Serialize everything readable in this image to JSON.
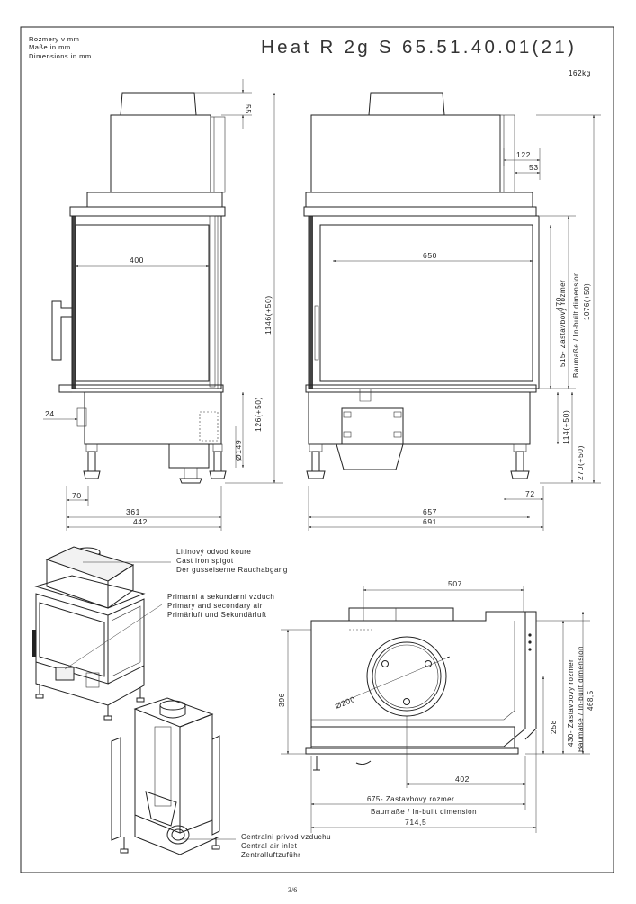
{
  "header": {
    "units_cz": "Rozmery v mm",
    "units_de": "Maße in mm",
    "units_en": "Dimensions in mm",
    "model": "Heat R 2g S 65.51.40.01(21)",
    "weight": "162kg"
  },
  "front_view": {
    "dims": {
      "d55": "55",
      "d400": "400",
      "d1146": "1146(+50)",
      "d24": "24",
      "d126": "126(+50)",
      "d149": "Ø149",
      "d70": "70",
      "d361": "361",
      "d442": "442"
    }
  },
  "side_view": {
    "dims": {
      "d122": "122",
      "d53": "53",
      "d650": "650",
      "d470": "470",
      "d515": "515- Zastavbovy rozmer",
      "d515b": "Baumaße / In-built dimension",
      "d1076": "1076(+50)",
      "d114": "114(+50)",
      "d270": "270(+50)",
      "d72": "72",
      "d657": "657",
      "d691": "691"
    }
  },
  "iso_labels": {
    "spigot_cz": "Litinový odvod koure",
    "spigot_en": "Cast iron spigot",
    "spigot_de": "Der gusseiserne Rauchabgang",
    "air_cz": "Primarni a sekundarni vzduch",
    "air_en": "Primary and secondary air",
    "air_de": "Primärluft und Sekundärluft",
    "inlet_cz": "Centralni privod vzduchu",
    "inlet_en": "Central air inlet",
    "inlet_de": "Zentralluftzuführ"
  },
  "top_view": {
    "dims": {
      "d507": "507",
      "d396": "396",
      "d200": "Ø200",
      "d258": "258",
      "d430": "430- Zastavbovy rozmer",
      "d430b": "Baumaße / In-built dimension",
      "d468": "468,5",
      "d402": "402",
      "d675": "675- Zastavbovy rozmer",
      "d675b": "Baumaße / In-built dimension",
      "d714": "714,5"
    }
  },
  "footer": {
    "page": "3/6"
  }
}
